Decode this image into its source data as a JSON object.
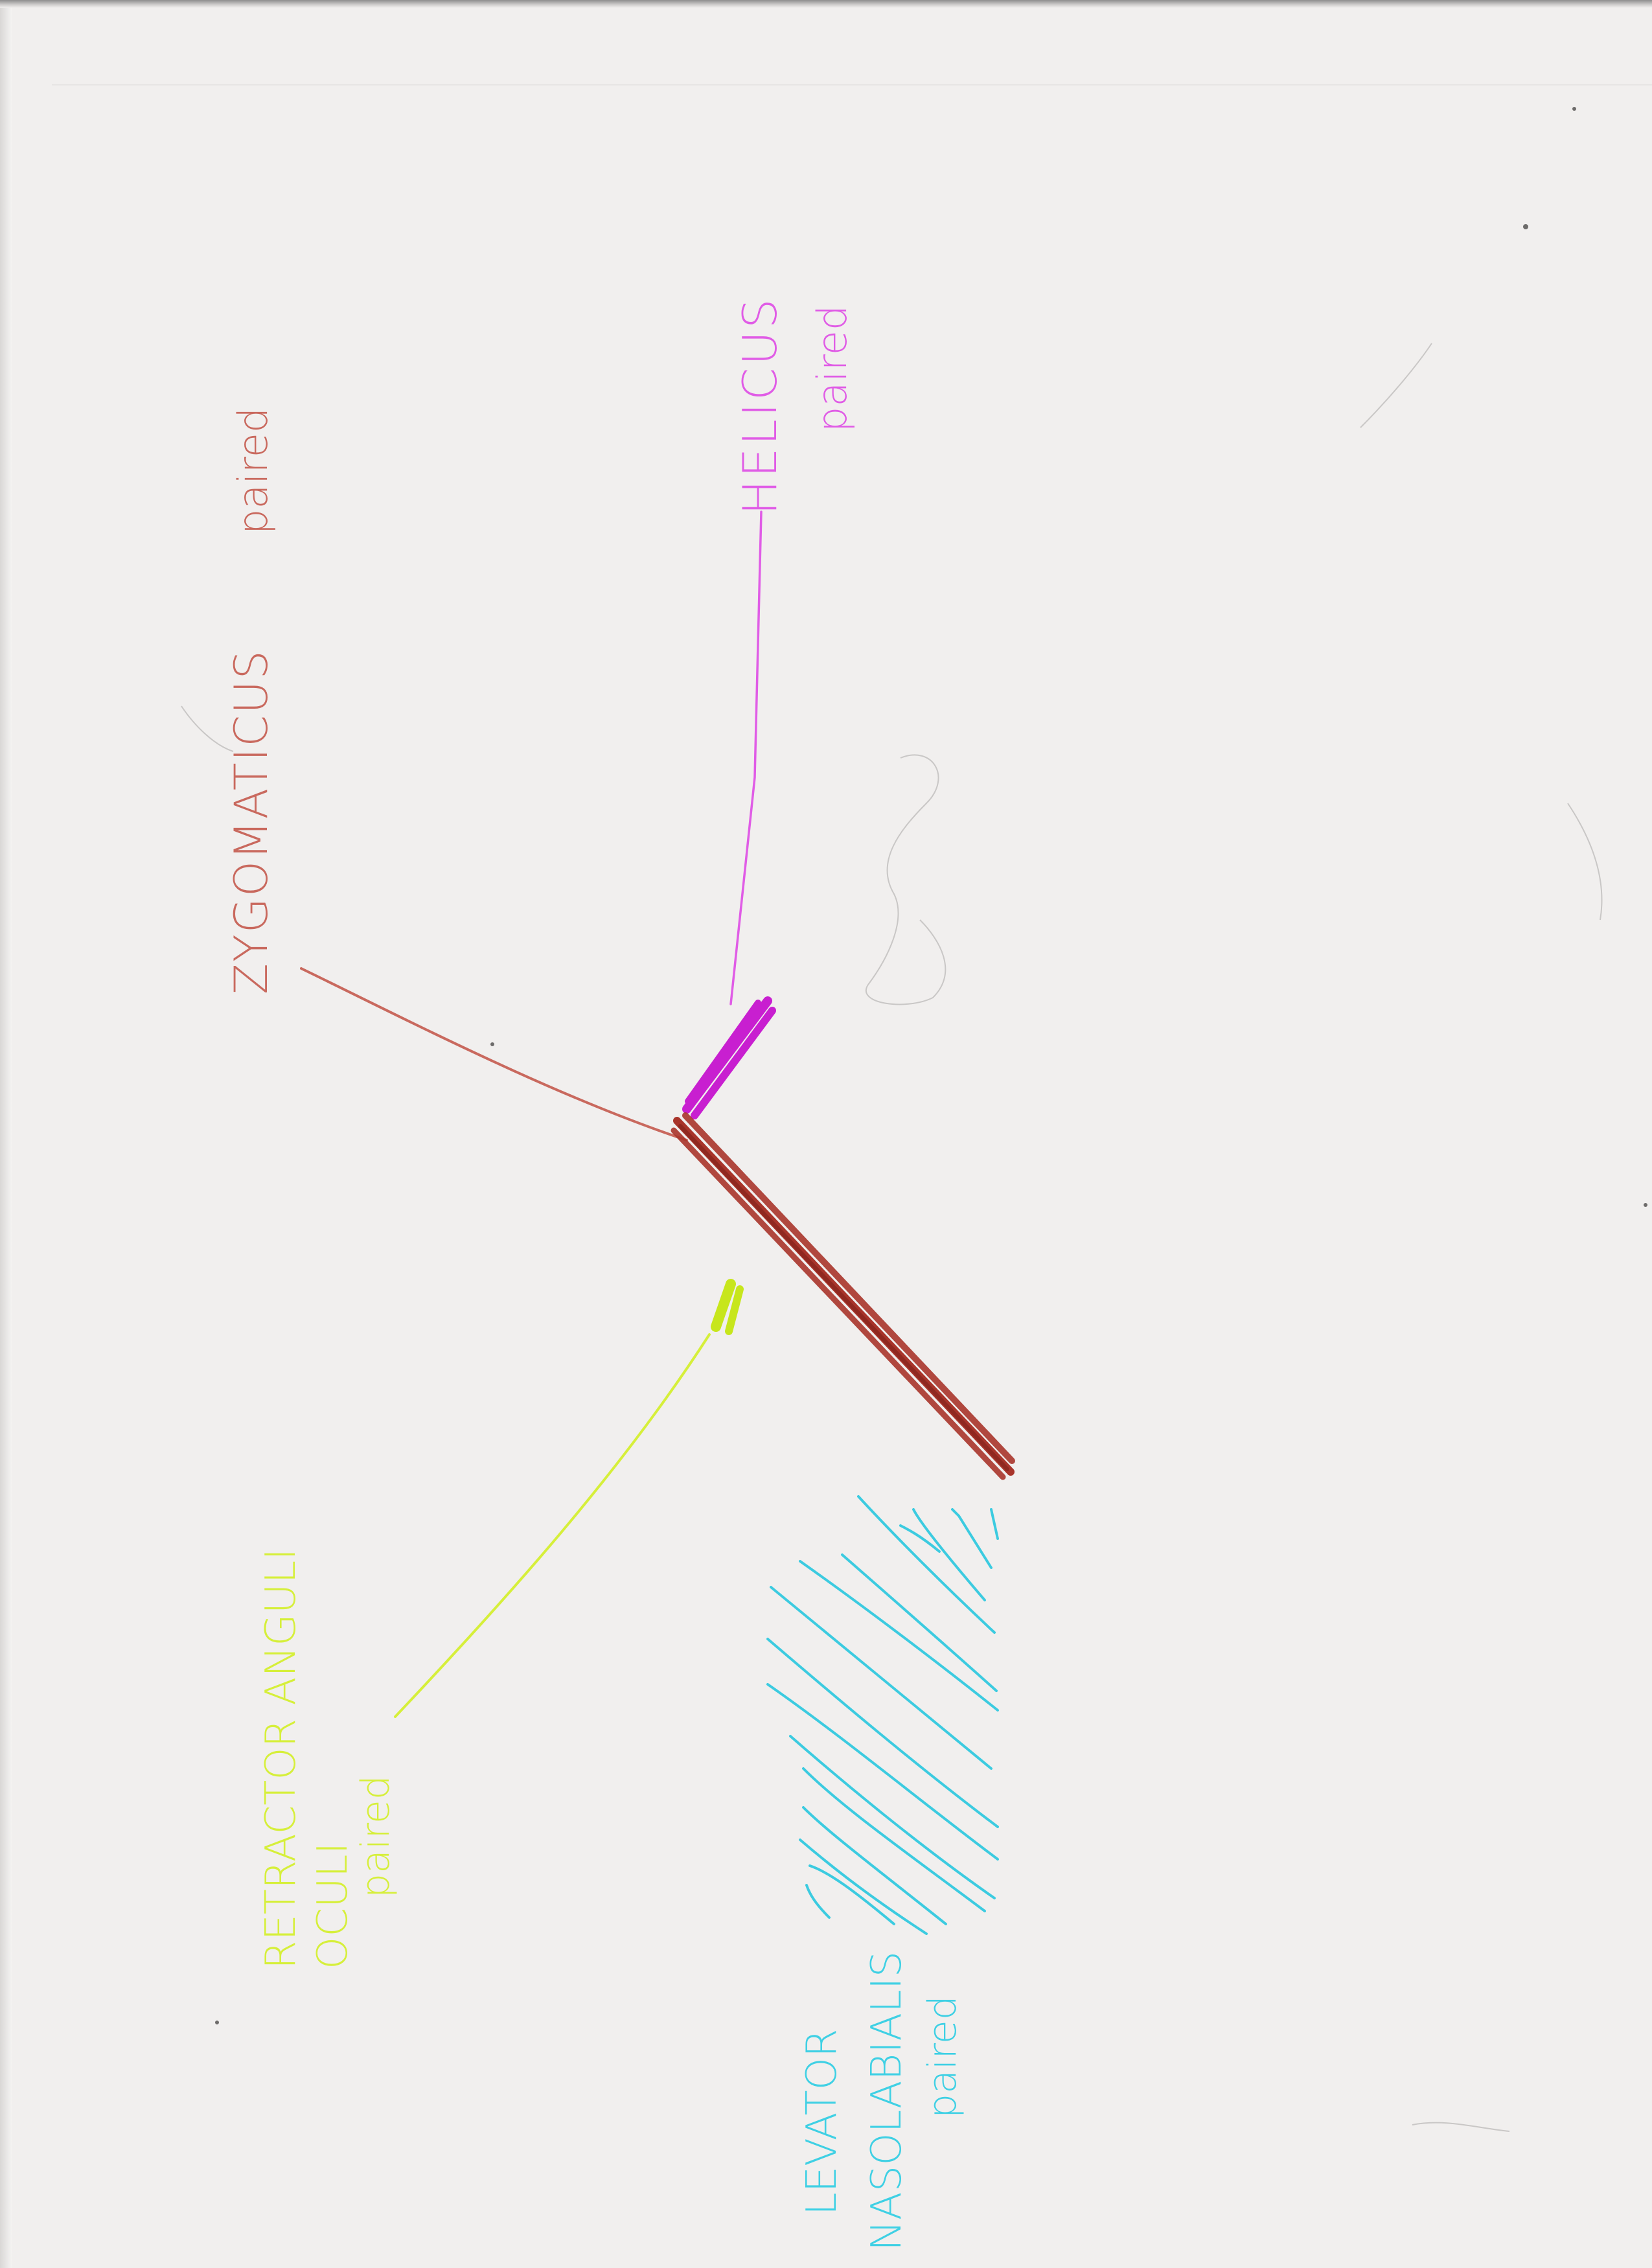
{
  "labels": {
    "zygomaticus": {
      "name": "ZYGOMATICUS",
      "note": "paired",
      "color": "#c9695e"
    },
    "helicus": {
      "name": "HELICUS",
      "note": "paired",
      "color": "#e05ce6"
    },
    "retractor": {
      "name_line1": "RETRACTOR ANGULI",
      "name_line2": "OCULI",
      "note": "paired",
      "color": "#d6ef3a"
    },
    "levator": {
      "name_line1": "LEVATOR",
      "name_line2": "NASOLABIALIS",
      "note": "paired",
      "color": "#3fd0e4"
    }
  },
  "strokes": {
    "main_bar_color": "#a8342a",
    "helicus_mark_color": "#c81fd0",
    "retractor_mark_color": "#c7e61c",
    "hatch_color": "#3ccbe0"
  }
}
